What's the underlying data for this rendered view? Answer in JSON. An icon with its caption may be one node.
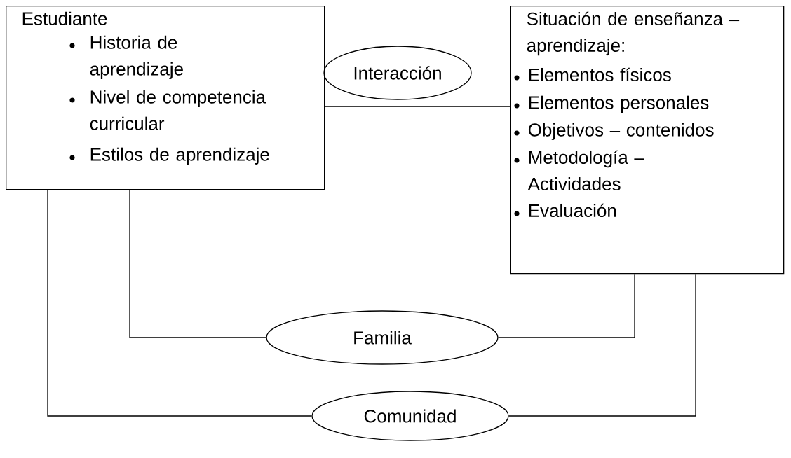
{
  "diagram": {
    "nodes": [
      {
        "text": [
          "Estudiante",
          "Historia de aprendizaje",
          "Nivel de competencia curricular",
          "Estilos de aprendizaje"
        ]
      },
      {
        "text": [
          "Interacción"
        ]
      },
      {
        "text": [
          "Situación de enseñanza – aprendizaje:",
          "Elementos físicos",
          "Elementos personales",
          "Objetivos – contenidos",
          "Metodología – Actividades",
          "Evaluación"
        ]
      },
      {
        "text": [
          "Familia"
        ]
      },
      {
        "text": [
          "Comunidad"
        ]
      }
    ],
    "edges": [
      {
        "from": 0,
        "to": 2,
        "arrow": "none"
      },
      {
        "from": 0,
        "to": 3,
        "arrow": "none"
      },
      {
        "from": 3,
        "to": 2,
        "arrow": "none"
      },
      {
        "from": 0,
        "to": 4,
        "arrow": "none"
      },
      {
        "from": 4,
        "to": 2,
        "arrow": "none"
      }
    ]
  }
}
